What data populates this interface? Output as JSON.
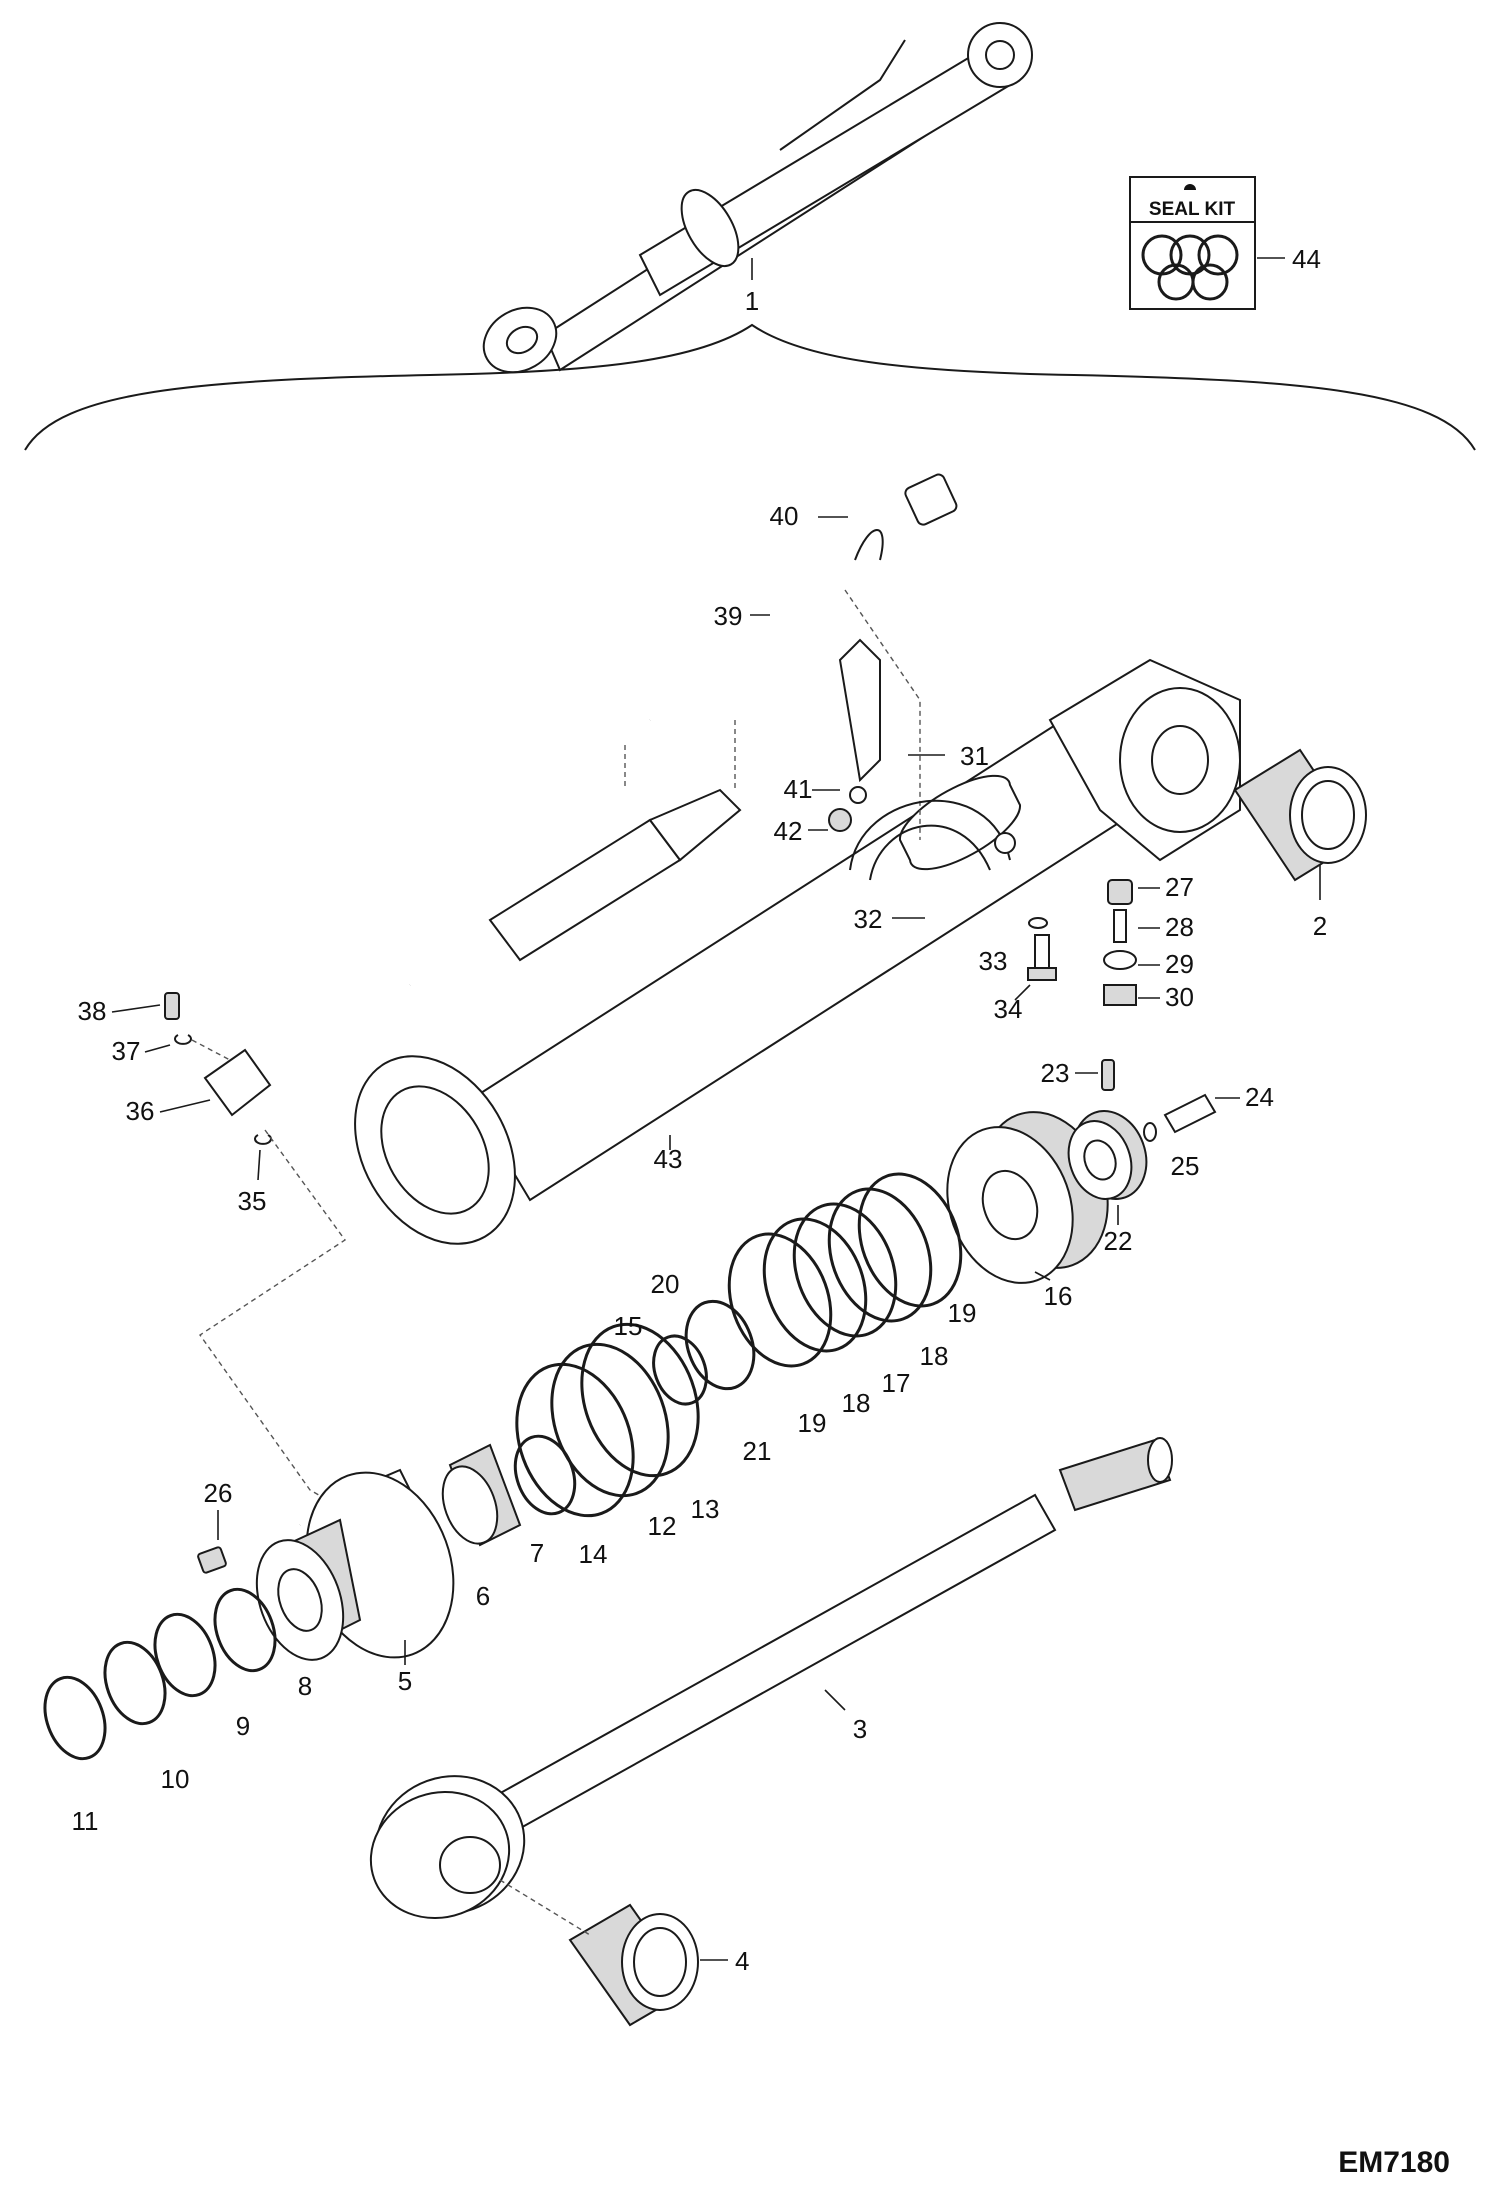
{
  "diagram": {
    "drawing_code": "EM7180",
    "seal_kit_label": "SEAL KIT",
    "callouts": {
      "p1": "1",
      "p2": "2",
      "p3": "3",
      "p4": "4",
      "p5": "5",
      "p6": "6",
      "p7": "7",
      "p8": "8",
      "p9": "9",
      "p10": "10",
      "p11": "11",
      "p12": "12",
      "p13": "13",
      "p14": "14",
      "p15": "15",
      "p16": "16",
      "p17": "17",
      "p18a": "18",
      "p18b": "18",
      "p19a": "19",
      "p19b": "19",
      "p20": "20",
      "p21": "21",
      "p22": "22",
      "p23": "23",
      "p24": "24",
      "p25": "25",
      "p26": "26",
      "p27": "27",
      "p28": "28",
      "p29": "29",
      "p30": "30",
      "p31": "31",
      "p32": "32",
      "p33": "33",
      "p34": "34",
      "p35": "35",
      "p36": "36",
      "p37": "37",
      "p38": "38",
      "p39": "39",
      "p40": "40",
      "p41": "41",
      "p42": "42",
      "p43": "43",
      "p44": "44"
    }
  }
}
